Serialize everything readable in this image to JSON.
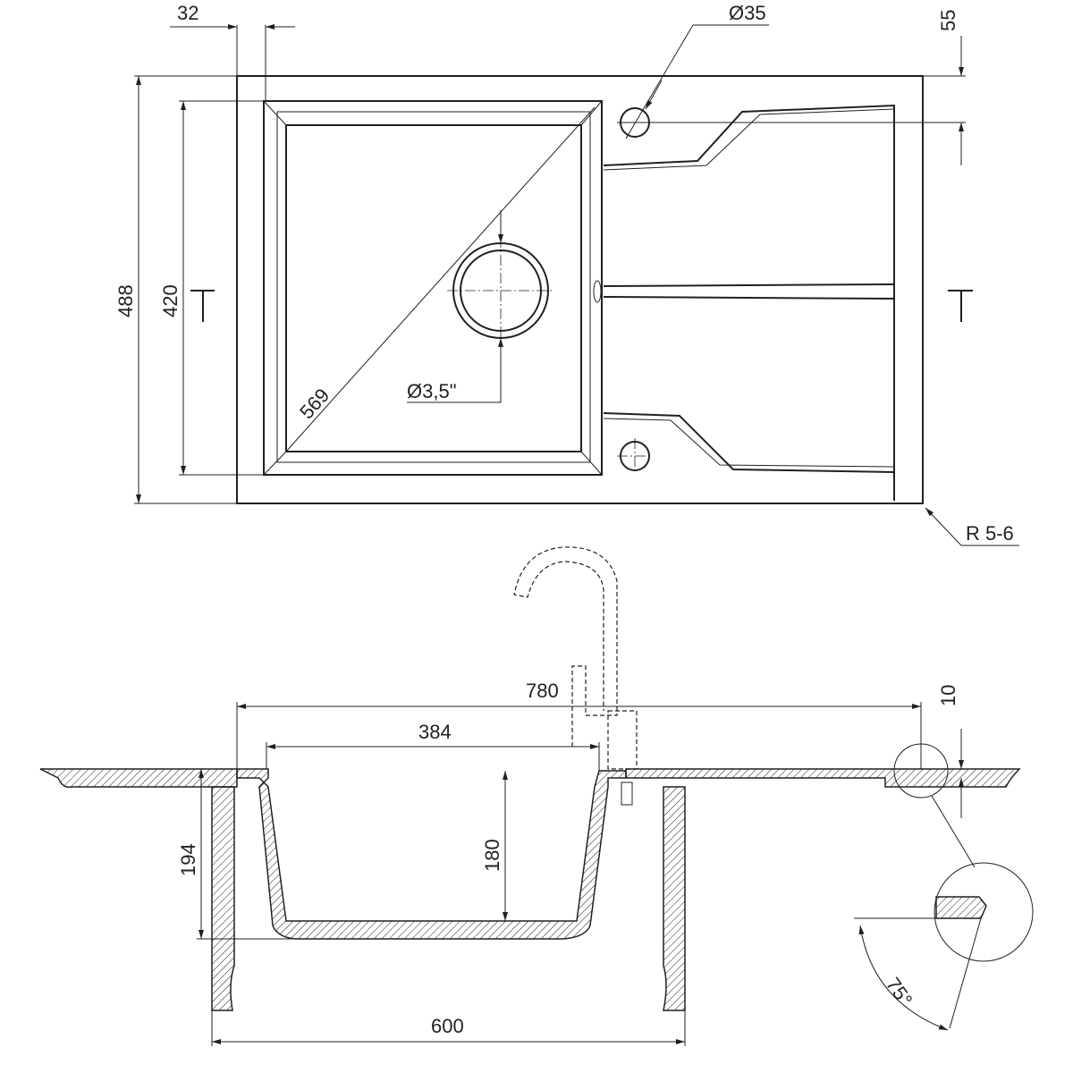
{
  "dimensions": {
    "top_offset": "32",
    "tap_hole_diameter": "Ø35",
    "tap_hole_offset": "55",
    "total_depth": "488",
    "bowl_depth": "420",
    "bowl_diagonal": "569",
    "drain_diameter": "Ø3,5\"",
    "corner_radius": "R 5-6",
    "total_width": "780",
    "bowl_width": "384",
    "rim_thickness": "10",
    "total_height": "194",
    "bowl_height": "180",
    "min_cabinet": "600",
    "edge_angle": "75°"
  },
  "colors": {
    "line": "#231f20",
    "background": "#ffffff"
  }
}
